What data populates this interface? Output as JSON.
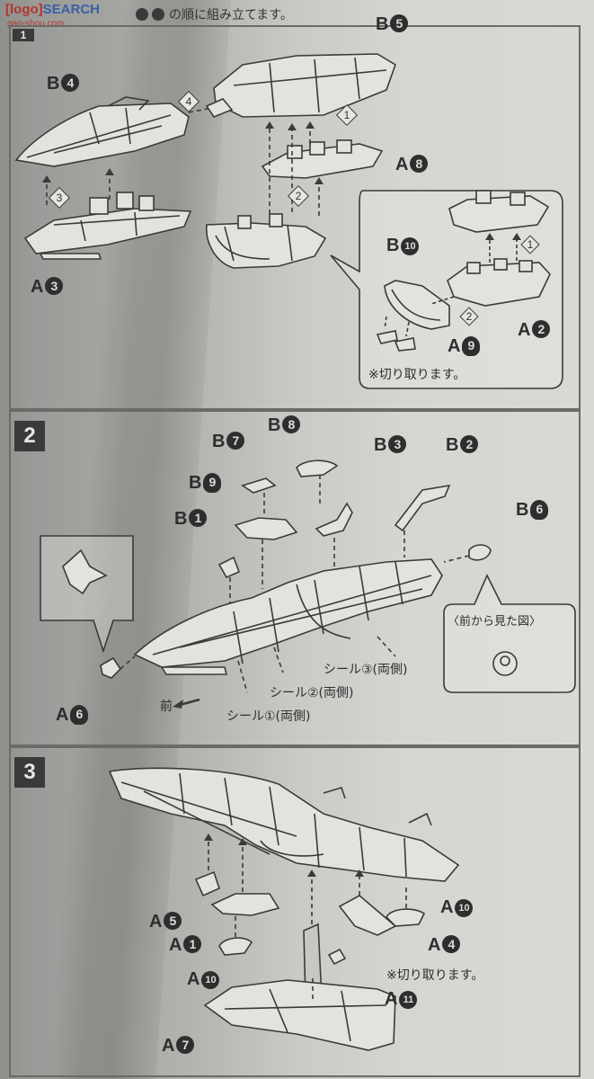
{
  "watermark": {
    "brand_main": "[logo]",
    "brand_search": "SEARCH",
    "site": "gao-shou.com"
  },
  "header": {
    "instruction": "の順に組み立てます。"
  },
  "steps": [
    {
      "number": "1"
    },
    {
      "number": "2"
    },
    {
      "number": "3"
    }
  ],
  "step1": {
    "labels": {
      "b4": {
        "letter": "B",
        "num": "4"
      },
      "b5": {
        "letter": "B",
        "num": "5"
      },
      "a8": {
        "letter": "A",
        "num": "8"
      },
      "a3": {
        "letter": "A",
        "num": "3"
      },
      "b10": {
        "letter": "B",
        "num": "10"
      },
      "a2": {
        "letter": "A",
        "num": "2"
      },
      "a9": {
        "letter": "A",
        "num": "9"
      }
    },
    "order_marks": [
      "1",
      "2",
      "3",
      "4"
    ],
    "note": "※切り取ります。"
  },
  "step2": {
    "labels": {
      "b7": {
        "letter": "B",
        "num": "7"
      },
      "b8": {
        "letter": "B",
        "num": "8"
      },
      "b3": {
        "letter": "B",
        "num": "3"
      },
      "b2": {
        "letter": "B",
        "num": "2"
      },
      "b9": {
        "letter": "B",
        "num": "9"
      },
      "b1": {
        "letter": "B",
        "num": "1"
      },
      "b6": {
        "letter": "B",
        "num": "6"
      },
      "a6": {
        "letter": "A",
        "num": "6"
      }
    },
    "front_view": "〈前から見た図〉",
    "seals": [
      "シール③(両側)",
      "シール②(両側)",
      "シール①(両側)"
    ],
    "front": "前"
  },
  "step3": {
    "labels": {
      "a5": {
        "letter": "A",
        "num": "5"
      },
      "a1": {
        "letter": "A",
        "num": "1"
      },
      "a10_left": {
        "letter": "A",
        "num": "10"
      },
      "a10_right": {
        "letter": "A",
        "num": "10"
      },
      "a4": {
        "letter": "A",
        "num": "4"
      },
      "a11": {
        "letter": "A",
        "num": "11"
      },
      "a7": {
        "letter": "A",
        "num": "7"
      }
    },
    "note": "※切り取ります。"
  },
  "colors": {
    "ink": "#2e2e2e",
    "paper": "#d9d8d4",
    "shadow": "#8f8f8c",
    "watermark_red": "#b5352e",
    "watermark_blue": "#3b5fa8"
  }
}
